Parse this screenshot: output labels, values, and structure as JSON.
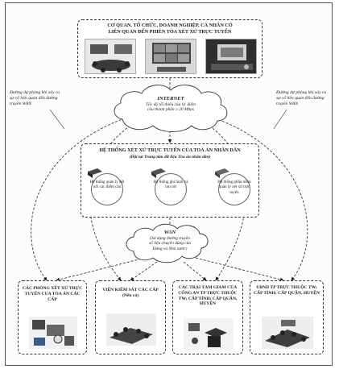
{
  "top_box": {
    "title_line1": "CƠ QUAN, TỔ CHỨC, DOANH NGHIỆP, CÁ NHÂN CÓ",
    "title_line2": "LIÊN QUAN ĐẾN PHIÊN TÒA XÉT XỬ TRỰC TUYẾN"
  },
  "notes": {
    "left": "Đường dự phòng khi xảy ra sự cố liên quan đến đường truyền WAN",
    "right": "Đường dự phòng khi xảy ra sự cố liên quan đến đường truyền WAN"
  },
  "internet": {
    "title": "INTERNET",
    "line1": "Tốc độ tối thiểu của 01 điểm",
    "line2": "cầu thành phần ≥ 20 Mbps"
  },
  "system": {
    "title": "HỆ THỐNG XÉT XỬ TRỰC TUYẾN CỦA TOÀ ÁN NHÂN DÂN",
    "subtitle": "(Đặt tại Trung tâm dữ liệu Tòa án nhân dân)",
    "items": [
      {
        "label": "Hệ thống quản lý kết nối các điểm cầu"
      },
      {
        "label": "Hệ thống ghi hình và lưu trữ"
      },
      {
        "label": "Hệ thống phần mềm quản lý xét xử trực tuyến"
      }
    ]
  },
  "wan": {
    "title": "WAN",
    "line1": "(Sử dụng đường truyền",
    "line2": "số liệu chuyên dùng của",
    "line3": "Đảng và Nhà nước)"
  },
  "bottom_boxes": [
    {
      "label": "CÁC PHÒNG XÉT XỬ TRỰC TUYẾN CỦA TÒA ÁN CÁC CẤP"
    },
    {
      "label": "VIỆN KIỂM SÁT CÁC CẤP (Nếu có)"
    },
    {
      "label": "CÁC TRẠI TẠM GIAM CỦA CÔNG AN TP TRỰC THUỘC TW; CẤP TỈNH; CẤP QUẬN, HUYỆN"
    },
    {
      "label": "UBND TP TRỰC THUỘC TW; CẤP TỈNH; CẤP QUẬN, HUYỆN"
    }
  ]
}
